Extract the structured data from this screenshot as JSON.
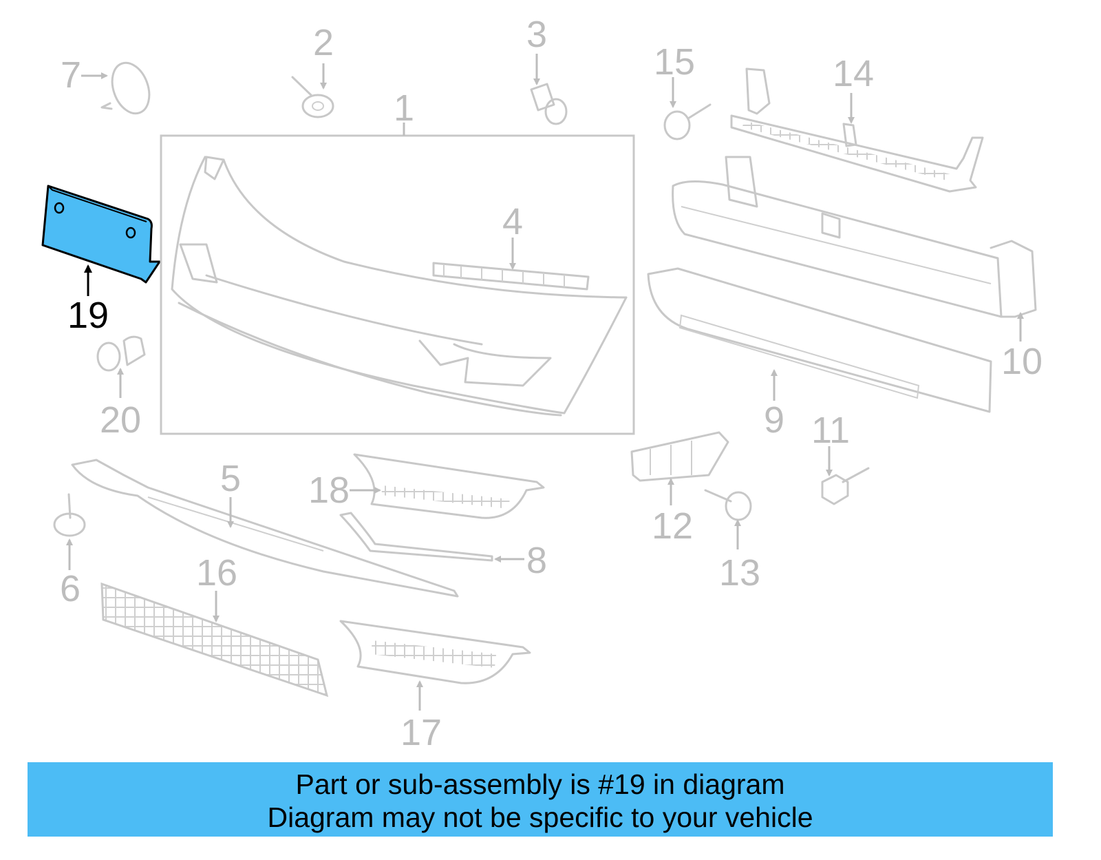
{
  "diagram": {
    "highlight_color": "#4cbcf5",
    "highlighted_part": "19",
    "callouts": [
      {
        "id": "p1",
        "label": "1"
      },
      {
        "id": "p2",
        "label": "2"
      },
      {
        "id": "p3",
        "label": "3"
      },
      {
        "id": "p4",
        "label": "4"
      },
      {
        "id": "p5",
        "label": "5"
      },
      {
        "id": "p6",
        "label": "6"
      },
      {
        "id": "p7",
        "label": "7"
      },
      {
        "id": "p8",
        "label": "8"
      },
      {
        "id": "p9",
        "label": "9"
      },
      {
        "id": "p10",
        "label": "10"
      },
      {
        "id": "p11",
        "label": "11"
      },
      {
        "id": "p12",
        "label": "12"
      },
      {
        "id": "p13",
        "label": "13"
      },
      {
        "id": "p14",
        "label": "14"
      },
      {
        "id": "p15",
        "label": "15"
      },
      {
        "id": "p16",
        "label": "16"
      },
      {
        "id": "p17",
        "label": "17"
      },
      {
        "id": "p18",
        "label": "18"
      },
      {
        "id": "p19",
        "label": "19"
      },
      {
        "id": "p20",
        "label": "20"
      }
    ]
  },
  "banner": {
    "line1": "Part or sub-assembly is #19 in diagram",
    "line2": "Diagram may not be specific to your vehicle",
    "color": "#4cbcf5"
  }
}
